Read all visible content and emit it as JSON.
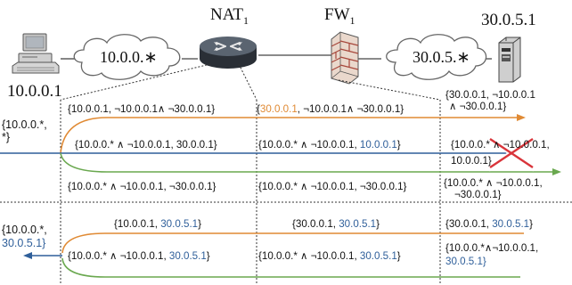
{
  "nodes": {
    "host_ip": "10.0.0.1",
    "cloud_left": "10.0.0.∗",
    "nat": {
      "name": "NAT",
      "sub": "1"
    },
    "fw": {
      "name": "FW",
      "sub": "1"
    },
    "cloud_right": "30.0.5.∗",
    "server_ip": "30.0.5.1"
  },
  "top_section": {
    "input_label_line1": "{10.0.0.*,",
    "input_label_line2": "*}",
    "orange_path": {
      "col1": "{10.0.0.1, ¬10.0.0.1∧ ¬30.0.0.1}",
      "col2_prefix": "{",
      "col2_highlight": "30.0.0.1",
      "col2_suffix": ", ¬10.0.0.1∧ ¬30.0.0.1}",
      "col3_line1": "{30.0.0.1, ¬10.0.0.1",
      "col3_line2": "∧ ¬30.0.0.1}"
    },
    "blue_path": {
      "col1": "{10.0.0.* ∧ ¬10.0.0.1, 30.0.0.1}",
      "col2_prefix": "{10.0.0.* ∧ ¬10.0.0.1, ",
      "col2_highlight": "10.0.0.1",
      "col2_suffix": "}",
      "col3_line1": "{10.0.0.* ∧ ¬10.0.0.1,",
      "col3_line2": "10.0.0.1}"
    },
    "green_path": {
      "col1": "{10.0.0.* ∧ ¬10.0.0.1, ¬30.0.0.1}",
      "col2": "{10.0.0.* ∧ ¬10.0.0.1, ¬30.0.0.1}",
      "col3_line1": "{10.0.0.* ∧ ¬10.0.0.1,",
      "col3_line2": "¬30.0.0.1}"
    }
  },
  "bottom_section": {
    "output_label_line1": "{10.0.0.*,",
    "output_label_line2": "30.0.5.1}",
    "orange_path": {
      "col1_prefix": "{10.0.0.1, ",
      "col1_highlight": "30.0.5.1",
      "col1_suffix": "}",
      "col2_prefix": "{30.0.0.1, ",
      "col2_highlight": "30.0.5.1",
      "col2_suffix": "}",
      "col3_prefix": "{30.0.0.1, ",
      "col3_highlight": "30.0.5.1",
      "col3_suffix": "}"
    },
    "green_path": {
      "col1_prefix": "{10.0.0.* ∧ ¬10.0.0.1, ",
      "col1_highlight": "30.0.5.1",
      "col1_suffix": "}",
      "col2_prefix": "{10.0.0.* ∧ ¬10.0.0.1, ",
      "col2_highlight": "30.0.5.1",
      "col2_suffix": "}",
      "col3_line1": "{10.0.0.*∧¬10.0.0.1,",
      "col3_line2": "30.0.5.1}"
    }
  },
  "colors": {
    "orange": "#e08a34",
    "blue": "#2f5f9a",
    "green": "#6aa84f",
    "red": "#d9343a"
  }
}
